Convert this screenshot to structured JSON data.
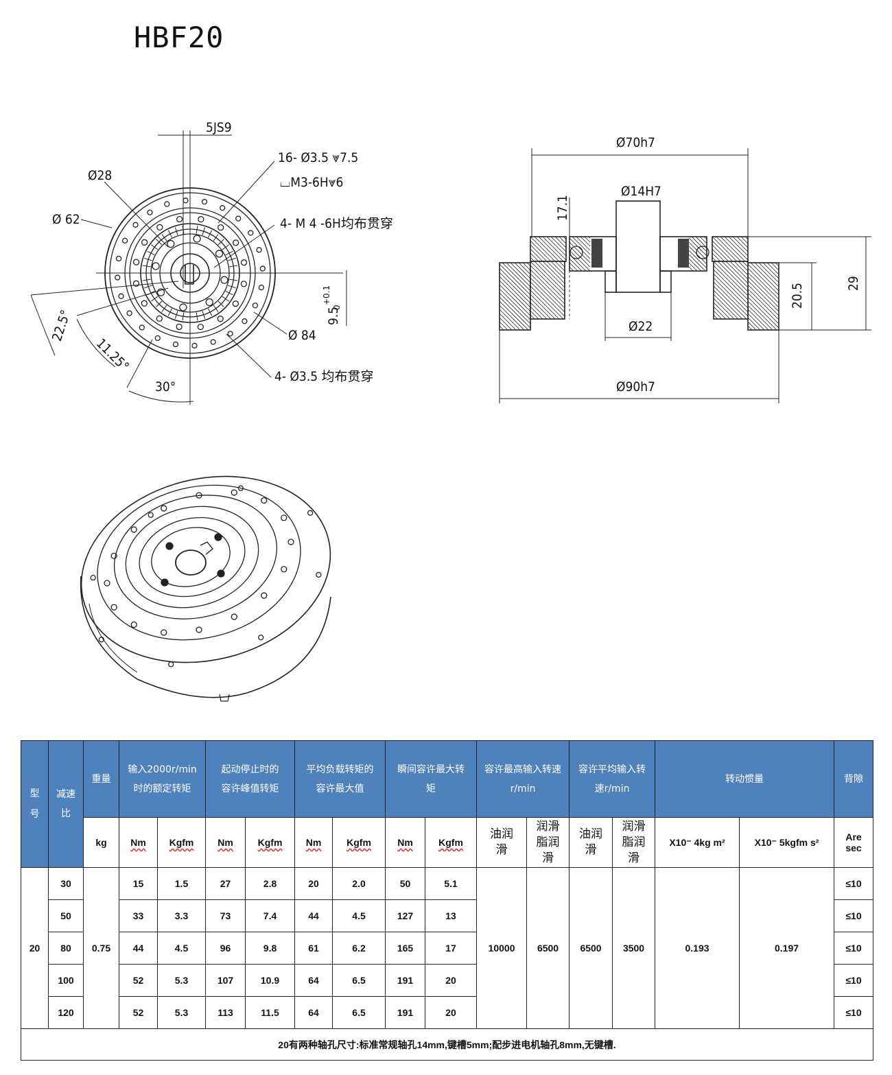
{
  "title": "HBF20",
  "front_view": {
    "labels": {
      "key": "5JS9",
      "hole16": "16- Ø3.5 ⩔7.5",
      "counterbore": "⌴M3-6H⩔6",
      "m4": "4- M 4 -6H均布贯穿",
      "d28": "Ø28",
      "d62": "Ø 62",
      "d84": "Ø 84",
      "d35": "4- Ø3.5 均布贯穿",
      "a225": "22.5°",
      "a1125": "11.25°",
      "a30": "30°",
      "h95": "9.5",
      "tol_up": "+0.1",
      "tol_lo": "0"
    }
  },
  "section_view": {
    "labels": {
      "d70": "Ø70h7",
      "d14": "Ø14H7",
      "d22": "Ø22",
      "d90": "Ø90h7",
      "h171": "17.1",
      "h205": "20.5",
      "h29": "29"
    }
  },
  "table": {
    "headers": {
      "model": "型号",
      "ratio": "减速比",
      "weight": "重量",
      "rated": "输入2000r/min时的额定转矩",
      "startstop": "起动停止时的容许峰值转矩",
      "avg": "平均负载转矩的容许最大值",
      "instant": "瞬间容许最大转矩",
      "maxspeed": "容许最高输入转速r/min",
      "avgspeed": "容许平均输入转速r/min",
      "inertia": "转动惯量",
      "backlash": "背隙"
    },
    "units": {
      "kg": "kg",
      "nm": "Nm",
      "kgfm": "Kgfm",
      "oil": "油润滑",
      "grease": "润滑脂润滑",
      "inertia1": "X10⁻ 4kg m²",
      "inertia2": "X10⁻ 5kgfm s²",
      "arcsec": "Are sec"
    },
    "model": "20",
    "weight": "0.75",
    "rows": [
      {
        "ratio": "30",
        "r_nm": "15",
        "r_kg": "1.5",
        "s_nm": "27",
        "s_kg": "2.8",
        "a_nm": "20",
        "a_kg": "2.0",
        "i_nm": "50",
        "i_kg": "5.1",
        "backlash": "≤10"
      },
      {
        "ratio": "50",
        "r_nm": "33",
        "r_kg": "3.3",
        "s_nm": "73",
        "s_kg": "7.4",
        "a_nm": "44",
        "a_kg": "4.5",
        "i_nm": "127",
        "i_kg": "13",
        "backlash": "≤10"
      },
      {
        "ratio": "80",
        "r_nm": "44",
        "r_kg": "4.5",
        "s_nm": "96",
        "s_kg": "9.8",
        "a_nm": "61",
        "a_kg": "6.2",
        "i_nm": "165",
        "i_kg": "17",
        "backlash": "≤10"
      },
      {
        "ratio": "100",
        "r_nm": "52",
        "r_kg": "5.3",
        "s_nm": "107",
        "s_kg": "10.9",
        "a_nm": "64",
        "a_kg": "6.5",
        "i_nm": "191",
        "i_kg": "20",
        "backlash": "≤10"
      },
      {
        "ratio": "120",
        "r_nm": "52",
        "r_kg": "5.3",
        "s_nm": "113",
        "s_kg": "11.5",
        "a_nm": "64",
        "a_kg": "6.5",
        "i_nm": "191",
        "i_kg": "20",
        "backlash": "≤10"
      }
    ],
    "max_oil": "10000",
    "max_grease": "6500",
    "avg_oil": "6500",
    "avg_grease": "3500",
    "inertia1": "0.193",
    "inertia2": "0.197",
    "note": "20有两种轴孔尺寸:标准常规轴孔14mm,键槽5mm;配步进电机轴孔8mm,无键槽."
  }
}
